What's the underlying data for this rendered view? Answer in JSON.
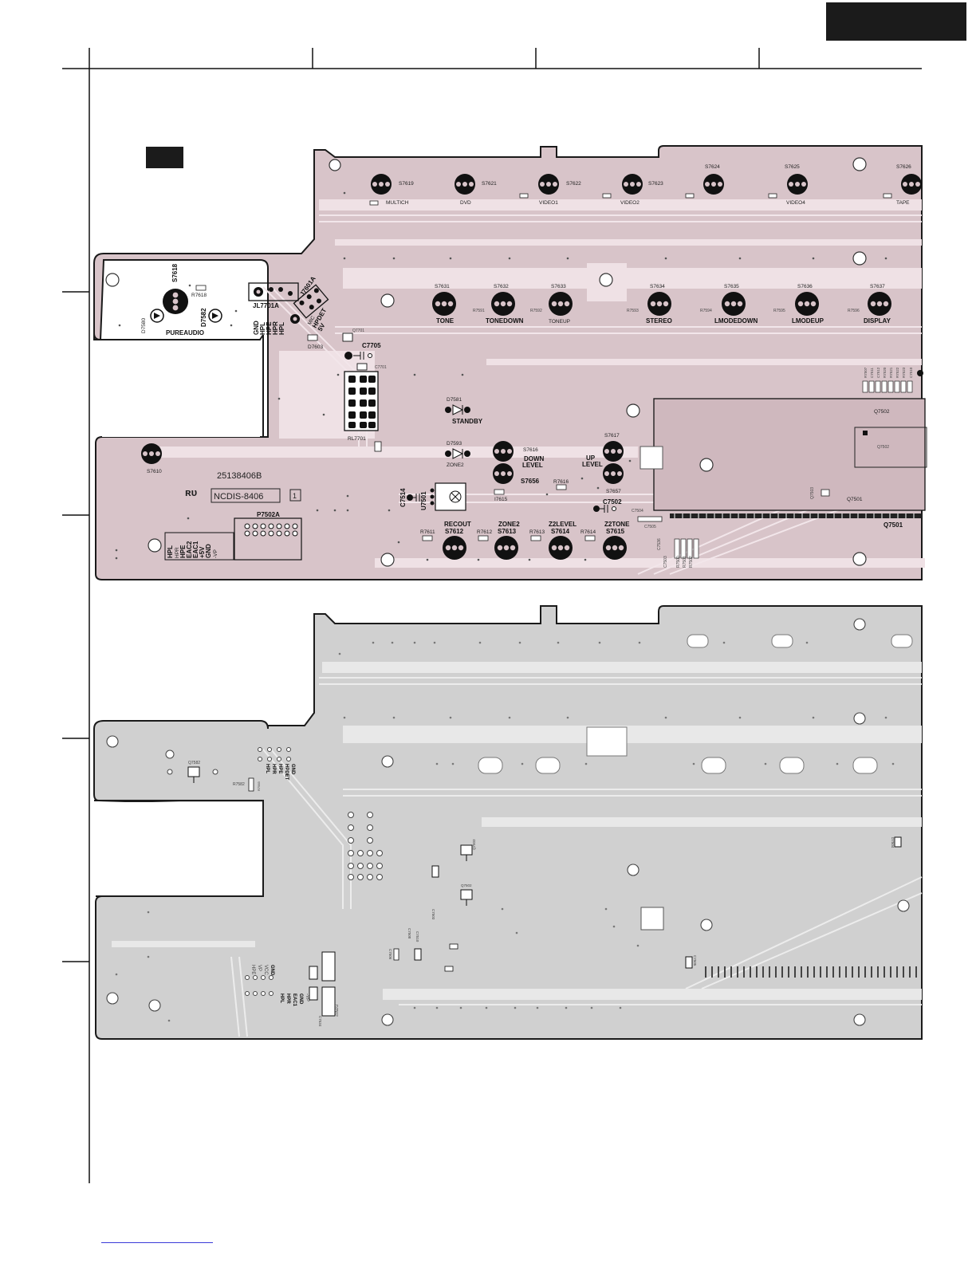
{
  "top_board": {
    "board_number": "25138406B",
    "board_id": "NCDIS-8406",
    "side_marker": "1",
    "switches": [
      {
        "ref": "S7619",
        "name": "MULTICH"
      },
      {
        "ref": "S7621",
        "name": "DVD"
      },
      {
        "ref": "S7622",
        "name": "VIDEO1"
      },
      {
        "ref": "S7623",
        "name": "VIDEO2"
      },
      {
        "ref": "S7624",
        "name": ""
      },
      {
        "ref": "S7625",
        "name": "VIDEO4"
      },
      {
        "ref": "S7626",
        "name": "TAPE"
      }
    ],
    "mid_switches": [
      {
        "ref": "S7631",
        "name": "TONE"
      },
      {
        "ref": "S7632",
        "name": "TONEDOWN"
      },
      {
        "ref": "S7633",
        "name": "TONEUP"
      },
      {
        "ref": "S7634",
        "name": "STEREO"
      },
      {
        "ref": "S7635",
        "name": "LMODEDOWN"
      },
      {
        "ref": "S7636",
        "name": "LMODEUP"
      },
      {
        "ref": "S7637",
        "name": "DISPLAY"
      }
    ],
    "bottom_switches": [
      {
        "ref": "S7612",
        "name": "RECOUT"
      },
      {
        "ref": "S7613",
        "name": "ZONE2"
      },
      {
        "ref": "S7614",
        "name": "Z2LEVEL"
      },
      {
        "ref": "S7615",
        "name": "Z2TONE"
      }
    ],
    "resistors_mid": [
      "R7591",
      "R7592",
      "R7593",
      "R7594",
      "R7595",
      "R7596"
    ],
    "resistors_bottom": [
      "R7611",
      "R7612",
      "R7613",
      "R7614"
    ],
    "labels": {
      "s7618": "S7618",
      "r7618": "R7618",
      "pureaudio": "PUREAUDIO",
      "d7580": "D7580",
      "d7582": "D7582",
      "jl7701a": "JL7701A",
      "j7601a": "J7601A",
      "jack_pins": [
        "GND",
        "HPL",
        "HPE",
        "HPR",
        "HPL"
      ],
      "jack_pins2": [
        "HPDET",
        "MIC",
        "5V"
      ],
      "c7705": "C7705",
      "d7603": "D7603",
      "q7701": "Q7701",
      "c7701": "C7701",
      "rl7701": "RL7701",
      "d7581": "D7581",
      "standby": "STANDBY",
      "d7593": "D7593",
      "zone2_led": "ZONE2",
      "s7616": "S7616",
      "down_level": [
        "DOWN",
        "LEVEL"
      ],
      "s7656": "S7656",
      "s7617": "S7617",
      "up_level": [
        "UP",
        "LEVEL"
      ],
      "s7657": "S7657",
      "r7616": "R7616",
      "i7615": "I7615",
      "c7514": "C7514",
      "u7501": "U7501",
      "c7502": "C7502",
      "c7504": "C7504",
      "c7505": "C7505",
      "q7502": "Q7502",
      "q7503": "Q7503",
      "q7501_small": "Q7501",
      "q7501": "Q7501",
      "s7610": "S7610",
      "p7502a": "P7502A",
      "pin_labels": [
        "HPL",
        "HPR",
        "HPE",
        "EAC2",
        "EAC1",
        "+5V",
        "GND",
        "-VP"
      ],
      "c7510": "C7510",
      "small_cols": [
        "R7507",
        "C7511",
        "C7512",
        "R7520",
        "R7521",
        "R7522",
        "R7523"
      ],
      "bottom_caps": [
        "C7536",
        "C7503",
        "R7500",
        "R7501",
        "R7502"
      ]
    }
  },
  "bottom_board": {
    "labels": {
      "q7582": "Q7582",
      "r7582": "R7582",
      "r7583": "R7583",
      "jack_pins": [
        "HPL",
        "HPR",
        "HPE",
        "HPDET",
        "GND"
      ],
      "conn_pins_a": [
        "HPE",
        "VP",
        "VCC",
        "GND"
      ],
      "conn_pins_b": [
        "HPL",
        "HPR",
        "EAC1",
        "GND",
        "-VP"
      ],
      "c7534": "C7534",
      "d7502": "D7502",
      "c7506": "C7506",
      "c7510": "C7510",
      "c7503": "C7503",
      "q7503": "Q7503",
      "q7502": "Q7502",
      "d7504": "D7504",
      "c7505": "C7505",
      "c7508": "C7508"
    }
  },
  "colors": {
    "top_board_fill": "#d8c4c9",
    "top_board_trace": "#f2e6ea",
    "bottom_board_fill": "#d0d0d0",
    "bottom_board_trace": "#e8e8e8",
    "outline": "#1a1a1a",
    "header_tab": "#1b1b1b",
    "footer_link": "#3b3bd8"
  }
}
